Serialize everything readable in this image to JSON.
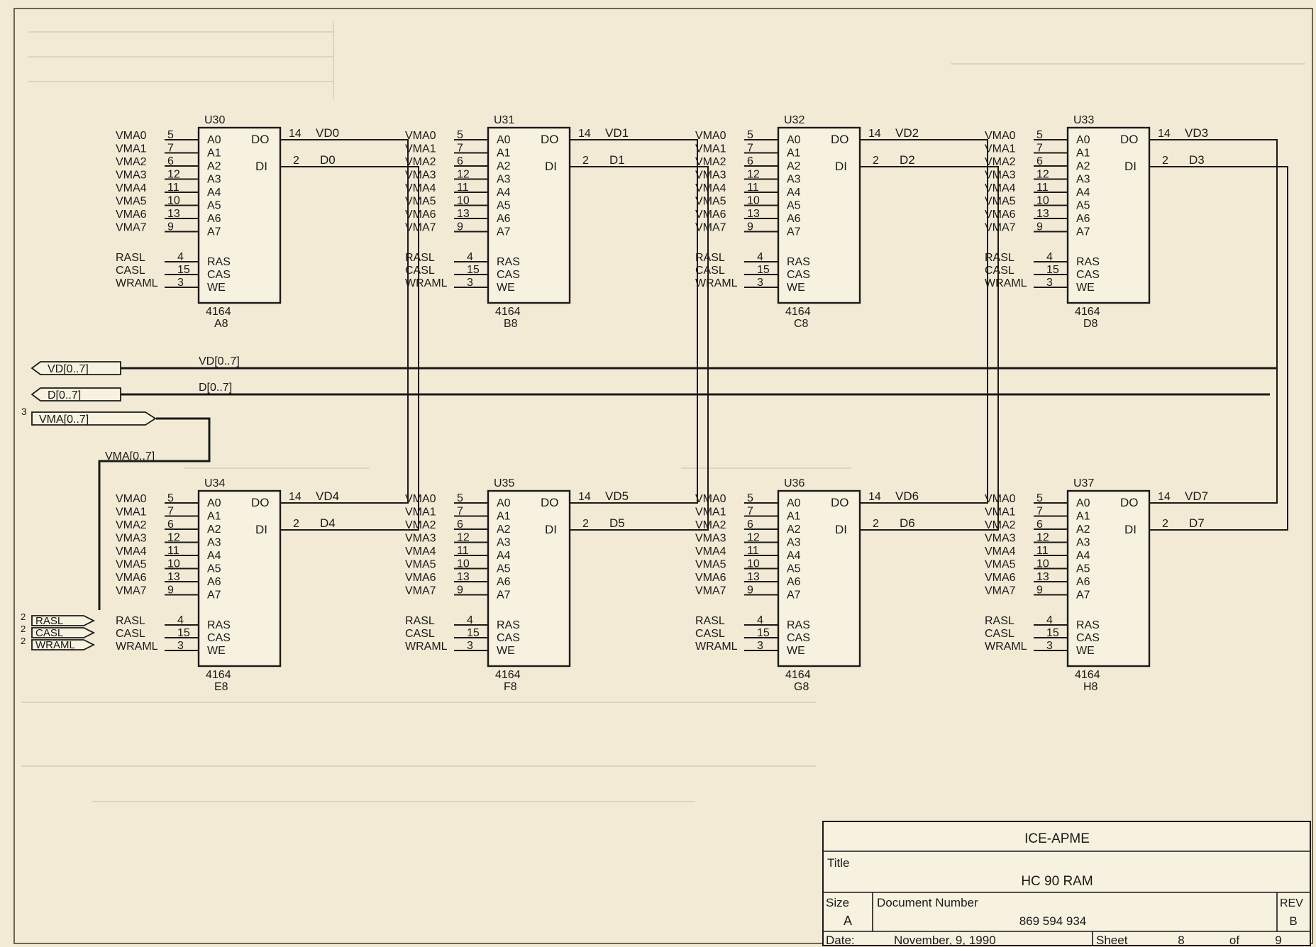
{
  "bus_ports": [
    {
      "id": "vd",
      "label": "VD[0..7]",
      "net": "VD[0..7]",
      "sheet_ref": ""
    },
    {
      "id": "d",
      "label": "D[0..7]",
      "net": "D[0..7]",
      "sheet_ref": ""
    },
    {
      "id": "vma",
      "label": "VMA[0..7]",
      "net": "VMA[0..7]",
      "sheet_ref": "3"
    }
  ],
  "control_ports": [
    {
      "label": "RASL",
      "sheet_ref": "2"
    },
    {
      "label": "CASL",
      "sheet_ref": "2"
    },
    {
      "label": "WRAML",
      "sheet_ref": "2"
    }
  ],
  "chip_pins": {
    "address": [
      "A0",
      "A1",
      "A2",
      "A3",
      "A4",
      "A5",
      "A6",
      "A7"
    ],
    "control": [
      "RAS",
      "CAS",
      "WE"
    ],
    "data_out": "DO",
    "data_in": "DI"
  },
  "address_nets": [
    {
      "net": "VMA0",
      "pin": "5"
    },
    {
      "net": "VMA1",
      "pin": "7"
    },
    {
      "net": "VMA2",
      "pin": "6"
    },
    {
      "net": "VMA3",
      "pin": "12"
    },
    {
      "net": "VMA4",
      "pin": "11"
    },
    {
      "net": "VMA5",
      "pin": "10"
    },
    {
      "net": "VMA6",
      "pin": "13"
    },
    {
      "net": "VMA7",
      "pin": "9"
    }
  ],
  "control_nets": [
    {
      "net": "RASL",
      "pin": "4"
    },
    {
      "net": "CASL",
      "pin": "15"
    },
    {
      "net": "WRAML",
      "pin": "3"
    }
  ],
  "chips": [
    {
      "ref": "U30",
      "part": "4164",
      "loc": "A8",
      "do_pin": "14",
      "do_net": "VD0",
      "di_pin": "2",
      "di_net": "D0"
    },
    {
      "ref": "U31",
      "part": "4164",
      "loc": "B8",
      "do_pin": "14",
      "do_net": "VD1",
      "di_pin": "2",
      "di_net": "D1"
    },
    {
      "ref": "U32",
      "part": "4164",
      "loc": "C8",
      "do_pin": "14",
      "do_net": "VD2",
      "di_pin": "2",
      "di_net": "D2"
    },
    {
      "ref": "U33",
      "part": "4164",
      "loc": "D8",
      "do_pin": "14",
      "do_net": "VD3",
      "di_pin": "2",
      "di_net": "D3"
    },
    {
      "ref": "U37",
      "part": "4164",
      "loc": "H8",
      "do_pin": "14",
      "do_net": "VD7",
      "di_pin": "2",
      "di_net": "D7"
    },
    {
      "ref": "U36",
      "part": "4164",
      "loc": "G8",
      "do_pin": "14",
      "do_net": "VD6",
      "di_pin": "2",
      "di_net": "D6"
    },
    {
      "ref": "U35",
      "part": "4164",
      "loc": "F8",
      "do_pin": "14",
      "do_net": "VD5",
      "di_pin": "2",
      "di_net": "D5"
    },
    {
      "ref": "U34",
      "part": "4164",
      "loc": "E8",
      "do_pin": "14",
      "do_net": "VD4",
      "di_pin": "2",
      "di_net": "D4"
    }
  ],
  "title_block": {
    "company": "ICE-APME",
    "title_label": "Title",
    "title": "HC 90 RAM",
    "size_label": "Size",
    "size": "A",
    "docnum_label": "Document Number",
    "docnum": "869 594 934",
    "rev_label": "REV",
    "rev": "B",
    "date_label": "Date:",
    "date": "November, 9, 1990",
    "sheet_label": "Sheet",
    "sheet": "8",
    "of_label": "of",
    "of": "9"
  }
}
